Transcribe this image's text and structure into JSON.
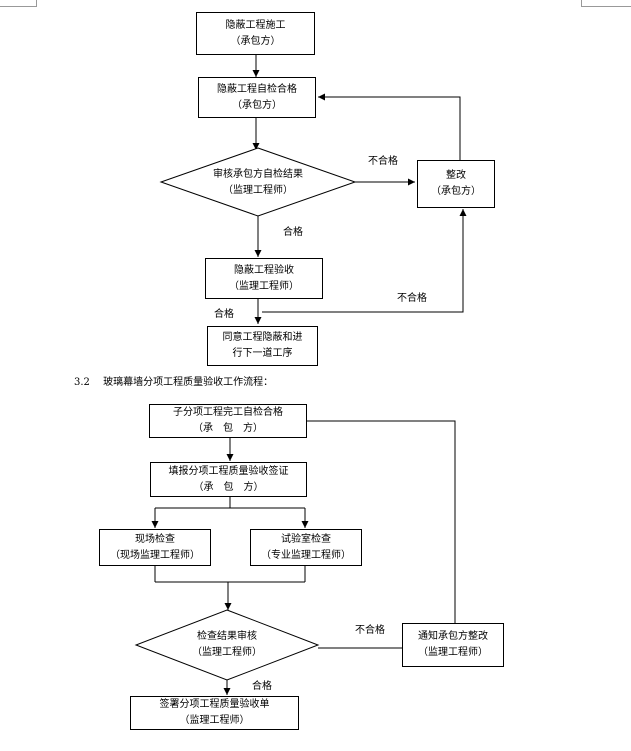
{
  "flow1": {
    "box_construct": {
      "line1": "隐蔽工程施工",
      "line2": "（承包方）"
    },
    "box_selfcheck": {
      "line1": "隐蔽工程自检合格",
      "line2": "（承包方）"
    },
    "diamond_review": {
      "line1": "审核承包方自检结果",
      "line2": "（监理工程师）"
    },
    "box_rectify": {
      "line1": "整改",
      "line2": "（承包方）"
    },
    "box_acceptance": {
      "line1": "隐蔽工程验收",
      "line2": "（监理工程师）"
    },
    "box_agree": {
      "line1": "同意工程隐蔽和进",
      "line2": "行下一道工序"
    },
    "label_fail_1": "不合格",
    "label_pass_1": "合格",
    "label_fail_2": "不合格",
    "label_pass_2": "合格"
  },
  "section_heading": {
    "number": "3.2",
    "text": "玻璃幕墙分项工程质量验收工作流程："
  },
  "flow2": {
    "box_sub_selfcheck": {
      "line1": "子分项工程完工自检合格",
      "line2": "（承　包　方）"
    },
    "box_fill_form": {
      "line1": "填报分项工程质量验收签证",
      "line2": "（承　包　方）"
    },
    "box_site_check": {
      "line1": "现场检查",
      "line2": "（现场监理工程师）"
    },
    "box_lab_check": {
      "line1": "试验室检查",
      "line2": "（专业监理工程师）"
    },
    "diamond_result_review": {
      "line1": "检查结果审核",
      "line2": "（监理工程师）"
    },
    "box_notify": {
      "line1": "通知承包方整改",
      "line2": "（监理工程师）"
    },
    "box_sign": {
      "line1": "签署分项工程质量验收单",
      "line2": "（监理工程师）"
    },
    "label_fail": "不合格",
    "label_pass": "合格"
  }
}
